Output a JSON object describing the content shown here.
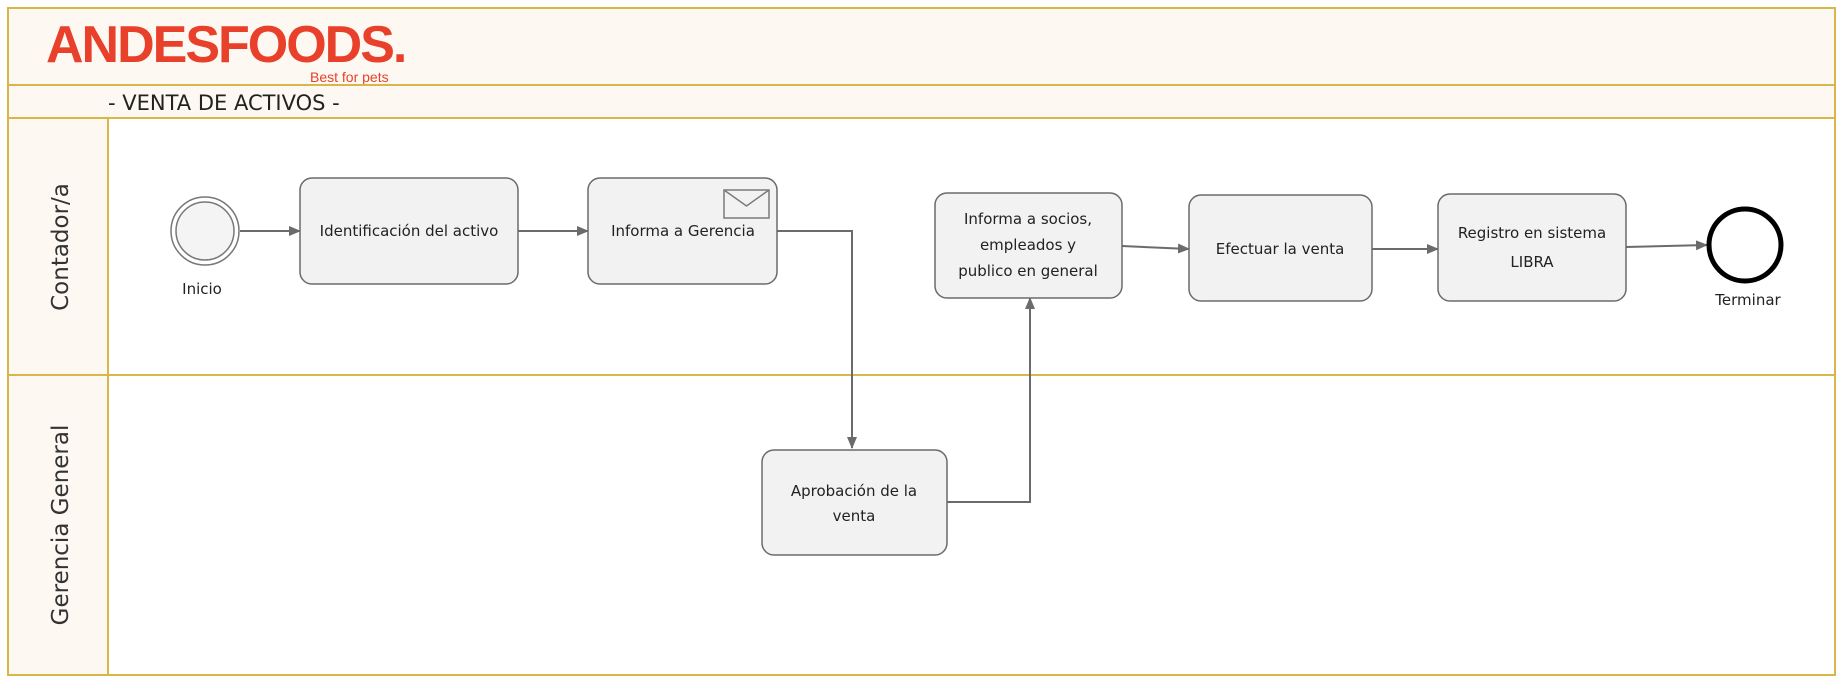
{
  "header": {
    "logo_text": "ANDESFOODS.",
    "logo_tagline": "Best for pets",
    "subtitle": "- VENTA DE ACTIVOS -"
  },
  "lanes": [
    {
      "label": "Contador/a"
    },
    {
      "label": "Gerencia General"
    }
  ],
  "events": {
    "start": {
      "label": "Inicio"
    },
    "end": {
      "label": "Terminar"
    }
  },
  "tasks": [
    {
      "id": "identificacion",
      "lines": [
        "Identificación del activo"
      ]
    },
    {
      "id": "informa-gerencia",
      "lines": [
        "Informa a Gerencia"
      ],
      "icon": "envelope-icon"
    },
    {
      "id": "aprobacion",
      "lines": [
        "Aprobación de la",
        "venta"
      ]
    },
    {
      "id": "informa-socios",
      "lines": [
        "Informa a socios,",
        "empleados y",
        "publico en general"
      ]
    },
    {
      "id": "efectuar",
      "lines": [
        "Efectuar la venta"
      ]
    },
    {
      "id": "registro",
      "lines": [
        "Registro en sistema",
        "LIBRA"
      ]
    }
  ],
  "colors": {
    "pool_border": "#d9b64a",
    "pool_header_fill": "#fdf8f2",
    "task_fill": "#f2f2f2",
    "task_stroke": "#6b6b6b",
    "arrow": "#6b6b6b",
    "logo": "#e8402a"
  }
}
